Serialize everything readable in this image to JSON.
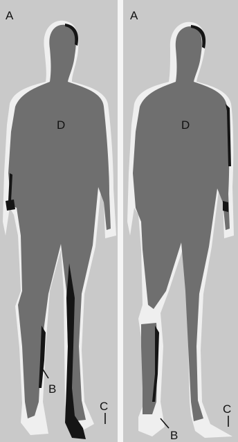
{
  "panels": [
    {
      "corner_label": "A",
      "region_label": "D",
      "pointer_label_b": "B",
      "pointer_label_c": "C"
    },
    {
      "corner_label": "A",
      "region_label": "D",
      "pointer_label_b": "B",
      "pointer_label_c": "C"
    }
  ],
  "colors": {
    "background": "#c9c9c9",
    "body": "#6f6f6f",
    "shadow": "#151515",
    "highlight": "#efefef"
  }
}
